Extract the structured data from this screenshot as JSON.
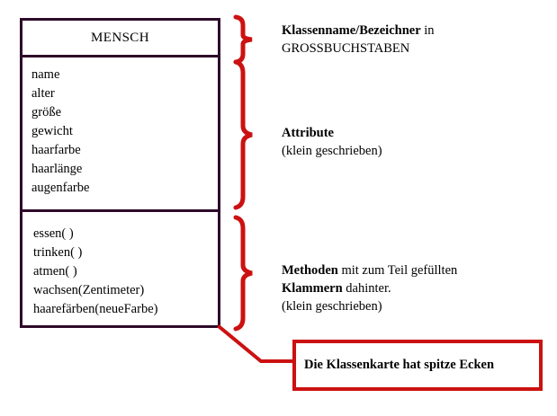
{
  "diagram": {
    "kind": "uml-class-diagram",
    "colors": {
      "class_border": "#2e0b29",
      "annotation_red": "#cc1111",
      "text": "#000000",
      "background": "#ffffff"
    },
    "class_card": {
      "name": "MENSCH",
      "attributes": [
        "name",
        "alter",
        "größe",
        "gewicht",
        "haarfarbe",
        "haarlänge",
        "augenfarbe"
      ],
      "methods": [
        "essen( )",
        "trinken( )",
        "atmen( )",
        "wachsen(Zentimeter)",
        "haarefärben(neueFarbe)"
      ]
    },
    "annotations": [
      {
        "id": "class-name-annotation",
        "lead": "Klassenname/Bezeichner",
        "rest": " in",
        "lines": [
          "GROSSBUCHSTABEN"
        ],
        "brace_label": "brace-class-name"
      },
      {
        "id": "attributes-annotation",
        "lead": "Attribute",
        "rest": "",
        "lines": [
          "(klein geschrieben)"
        ],
        "brace_label": "brace-attributes"
      },
      {
        "id": "methods-annotation",
        "lead": "Methoden",
        "rest": " mit zum Teil gefüllten",
        "lead2": "Klammern",
        "rest2": " dahinter.",
        "lines": [
          "(klein geschrieben)"
        ],
        "brace_label": "brace-methods"
      }
    ],
    "callout": {
      "text": "Die Klassenkarte hat spitze Ecken"
    }
  }
}
